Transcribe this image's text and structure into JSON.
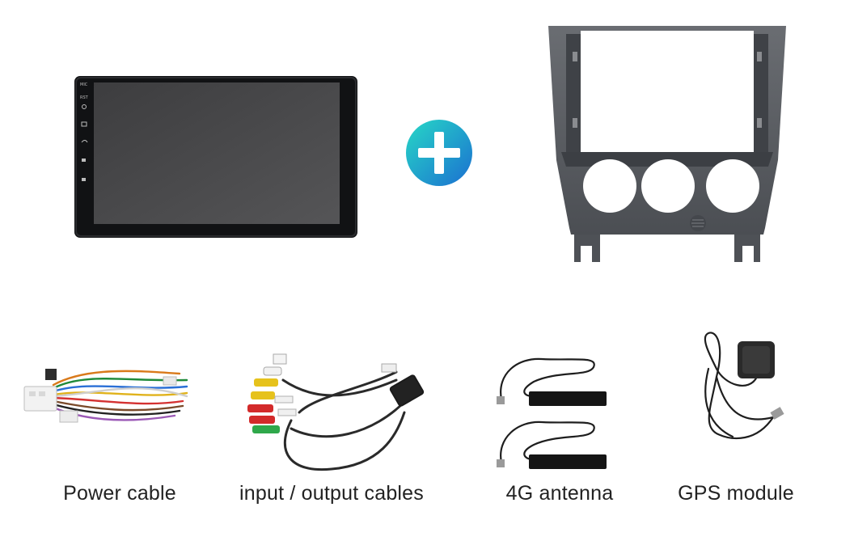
{
  "colors": {
    "background": "#ffffff",
    "caption_text": "#222222",
    "plus_gradient_start": "#27d8c6",
    "plus_gradient_end": "#1b6fd1",
    "panel_gray": "#5a5d62",
    "screen": "#4a4a4a"
  },
  "icons": {
    "head_unit": "android-head-unit-icon",
    "plus": "plus-icon",
    "frame": "dash-frame-panel-icon",
    "power_cable": "wire-harness-icon",
    "io_cables": "rca-cable-icon",
    "antenna": "antenna-icon",
    "gps": "gps-module-icon"
  },
  "captions": {
    "power_cable": "Power cable",
    "io_cables": "input / output cables",
    "antenna": "4G antenna",
    "gps": "GPS module"
  }
}
